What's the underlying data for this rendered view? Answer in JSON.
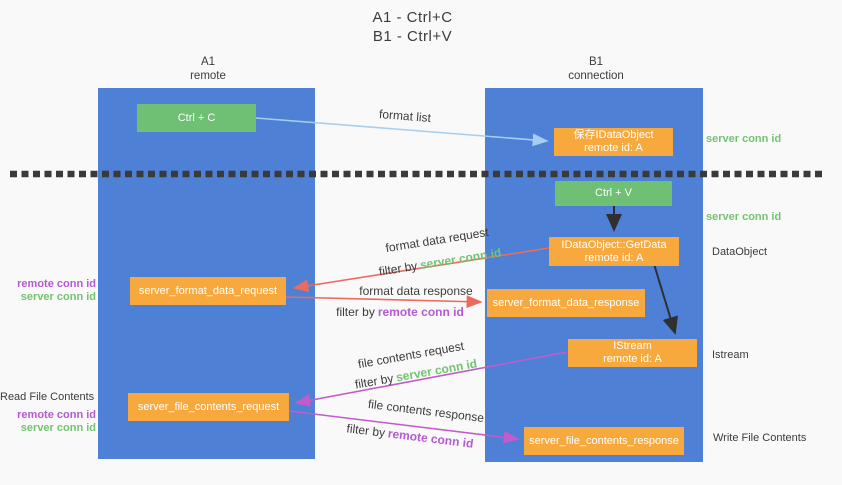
{
  "title": {
    "line1": "A1 - Ctrl+C",
    "line2": "B1 - Ctrl+V"
  },
  "lifelines": {
    "left": {
      "title": "A1",
      "subtitle": "remote"
    },
    "right": {
      "title": "B1",
      "subtitle": "connection"
    }
  },
  "nodes": {
    "ctrl_c": {
      "label": "Ctrl + C"
    },
    "ctrl_v": {
      "label": "Ctrl + V"
    },
    "save_dataobject": {
      "line1": "保存IDataObject",
      "line2": "remote id: A"
    },
    "getdata": {
      "line1": "IDataObject::GetData",
      "line2": "remote id: A"
    },
    "istream": {
      "line1": "IStream",
      "line2": "remote id: A"
    },
    "format_request": {
      "label": "server_format_data_request"
    },
    "format_response": {
      "label": "server_format_data_response"
    },
    "file_request": {
      "label": "server_file_contents_request"
    },
    "file_response": {
      "label": "server_file_contents_response"
    }
  },
  "arrow_labels": {
    "format_list": "format list",
    "format_data_request": "format data request",
    "format_data_response": "format data response",
    "file_contents_request": "file contents request",
    "file_contents_response": "file contents response",
    "filter_by": "filter by",
    "server_conn_id": "server conn id",
    "remote_conn_id": "remote conn id"
  },
  "side_labels": {
    "server_conn_id_top": "server conn id",
    "server_conn_id_mid": "server conn id",
    "data_object": "DataObject",
    "istream": "Istream",
    "write_file_contents": "Write File Contents",
    "read_file_contents": "Read File Contents",
    "remote_conn_id": "remote conn id",
    "server_conn_id": "server conn id"
  },
  "colors": {
    "column_blue": "#4e80d6",
    "box_green": "#6fbf74",
    "box_orange": "#f8a93d",
    "arrow_light_blue": "#a7ceec",
    "arrow_red": "#ec6a5e",
    "arrow_purple": "#c25bcb",
    "arrow_black": "#2f2f2f",
    "text_green": "#72c470",
    "text_purple": "#b45ad2",
    "text_dark": "#3c3c3c",
    "dotted_line": "#3a3a3a",
    "background": "#f9f9f9"
  }
}
